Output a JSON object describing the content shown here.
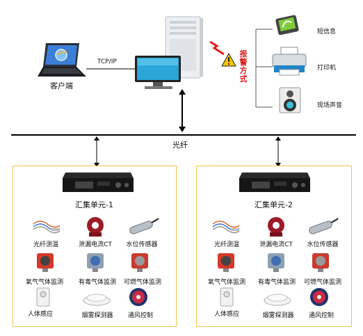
{
  "client": {
    "label": "客户端"
  },
  "link": {
    "protocol": "TCP/IP"
  },
  "alarm": {
    "label": "报警方式",
    "chars": [
      "报",
      "警",
      "方",
      "式"
    ]
  },
  "outputs": [
    {
      "label": "短信息",
      "icon": "phone-icon"
    },
    {
      "label": "打印机",
      "icon": "printer-icon"
    },
    {
      "label": "现场声音",
      "icon": "speaker-icon"
    }
  ],
  "backbone": {
    "label": "光纤"
  },
  "units": [
    {
      "title": "汇集单元-1",
      "sensors": [
        {
          "label": "光纤测温",
          "icon": "fiber-probe-icon"
        },
        {
          "label": "泄漏电流CT",
          "icon": "current-transformer-icon"
        },
        {
          "label": "水位传感器",
          "icon": "water-level-sensor-icon"
        },
        {
          "label": "氧气气体监测",
          "icon": "oxygen-detector-icon"
        },
        {
          "label": "有毒气体监测",
          "icon": "toxic-gas-detector-icon"
        },
        {
          "label": "可燃气体监测",
          "icon": "combustible-gas-detector-icon"
        },
        {
          "label": "人体感应",
          "icon": "motion-sensor-icon"
        },
        {
          "label": "烟雾探测器",
          "icon": "smoke-detector-icon"
        },
        {
          "label": "通风控制",
          "icon": "ventilation-control-icon"
        }
      ]
    },
    {
      "title": "汇集单元-2",
      "sensors": [
        {
          "label": "光纤测温",
          "icon": "fiber-probe-icon"
        },
        {
          "label": "泄漏电流CT",
          "icon": "current-transformer-icon"
        },
        {
          "label": "水位传感器",
          "icon": "water-level-sensor-icon"
        },
        {
          "label": "氧气气体监测",
          "icon": "oxygen-detector-icon"
        },
        {
          "label": "有毒气体监测",
          "icon": "toxic-gas-detector-icon"
        },
        {
          "label": "可燃气体监测",
          "icon": "combustible-gas-detector-icon"
        },
        {
          "label": "人体感应",
          "icon": "motion-sensor-icon"
        },
        {
          "label": "烟雾探测器",
          "icon": "smoke-detector-icon"
        },
        {
          "label": "通风控制",
          "icon": "ventilation-control-icon"
        }
      ]
    }
  ],
  "colors": {
    "accent": "#f2c24a",
    "alarm": "#d61d1d",
    "line": "#000000"
  }
}
